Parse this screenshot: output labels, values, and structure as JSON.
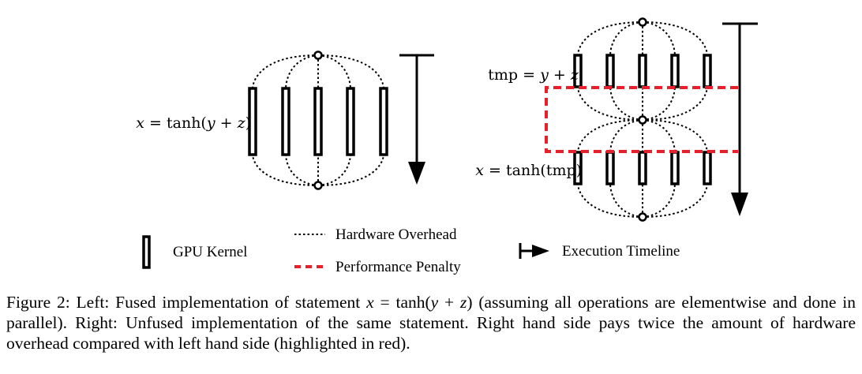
{
  "left_panel": {
    "statement": {
      "var": "x",
      "eq": " = tanh(",
      "y": "y",
      "plus": " + ",
      "z": "z",
      "close": ")"
    }
  },
  "right_panel": {
    "statement1": {
      "lhs": "tmp",
      "eq": " = ",
      "y": "y",
      "plus": " + ",
      "z": "z"
    },
    "statement2": {
      "var": "x",
      "eq": " = tanh(tmp)"
    }
  },
  "legend": {
    "gpu_kernel": "GPU Kernel",
    "hardware_overhead": "Hardware Overhead",
    "performance_penalty": "Performance Penalty",
    "execution_timeline": "Execution Timeline"
  },
  "caption": {
    "part1": "Figure 2: Left: Fused implementation of statement ",
    "math_x": "x",
    "math_eq": " = tanh(",
    "math_y": "y",
    "math_plus": " + ",
    "math_z": "z",
    "math_close": ")",
    "part2": " (assuming all operations are elementwise and done in parallel). Right: Unfused implementation of the same statement. Right hand side pays twice the amount of hardware overhead compared with left hand side (highlighted in red)."
  },
  "colors": {
    "ink": "#000000",
    "penalty_red": "#e8202a"
  }
}
